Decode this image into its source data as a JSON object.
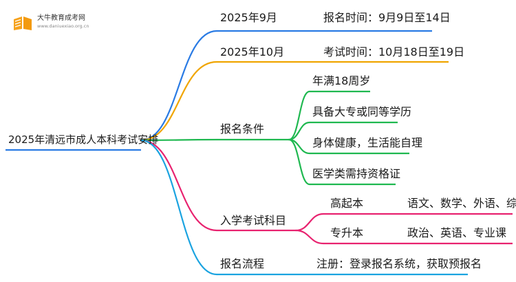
{
  "logo": {
    "name": "大牛教育成考网",
    "url": "www.daniuexiao.org.cn"
  },
  "root": "2025年清远市成人本科考试安排",
  "branches": {
    "sep": {
      "label": "2025年9月",
      "detail": "报名时间：9月9日至14日"
    },
    "oct": {
      "label": "2025年10月",
      "detail": "考试时间：10月18日至19日"
    },
    "conditions": {
      "label": "报名条件",
      "items": [
        "年满18周岁",
        "具备大专或同等学历",
        "身体健康，生活能自理",
        "医学类需持资格证"
      ]
    },
    "subjects": {
      "label": "入学考试科目",
      "items": [
        {
          "label": "高起本",
          "detail": "语文、数学、外语、综合"
        },
        {
          "label": "专升本",
          "detail": "政治、英语、专业课"
        }
      ]
    },
    "process": {
      "label": "报名流程",
      "detail": "注册：登录报名系统，获取预报名"
    }
  },
  "colors": {
    "blue": "#2a7be4",
    "orange": "#f0a500",
    "green": "#1fb850",
    "pink": "#e8226f",
    "cyan": "#1aa3e0"
  }
}
